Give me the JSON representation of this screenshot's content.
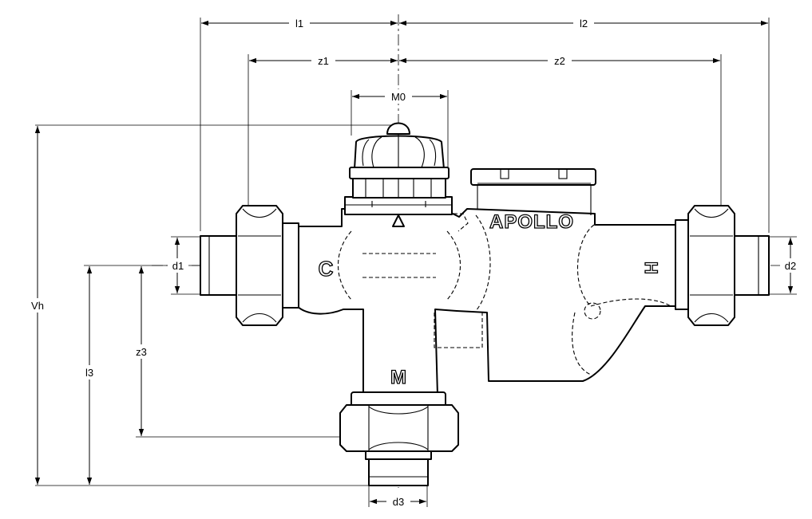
{
  "diagram": {
    "brand": "APOLLO",
    "port_marks": {
      "cold": "C",
      "hot": "H",
      "mixed": "M"
    },
    "dimensions": {
      "l1": "l1",
      "l2": "l2",
      "z1": "z1",
      "z2": "z2",
      "m0": "M0",
      "vh": "Vh",
      "l3": "l3",
      "z3": "z3",
      "d1": "d1",
      "d2": "d2",
      "d3": "d3"
    }
  }
}
